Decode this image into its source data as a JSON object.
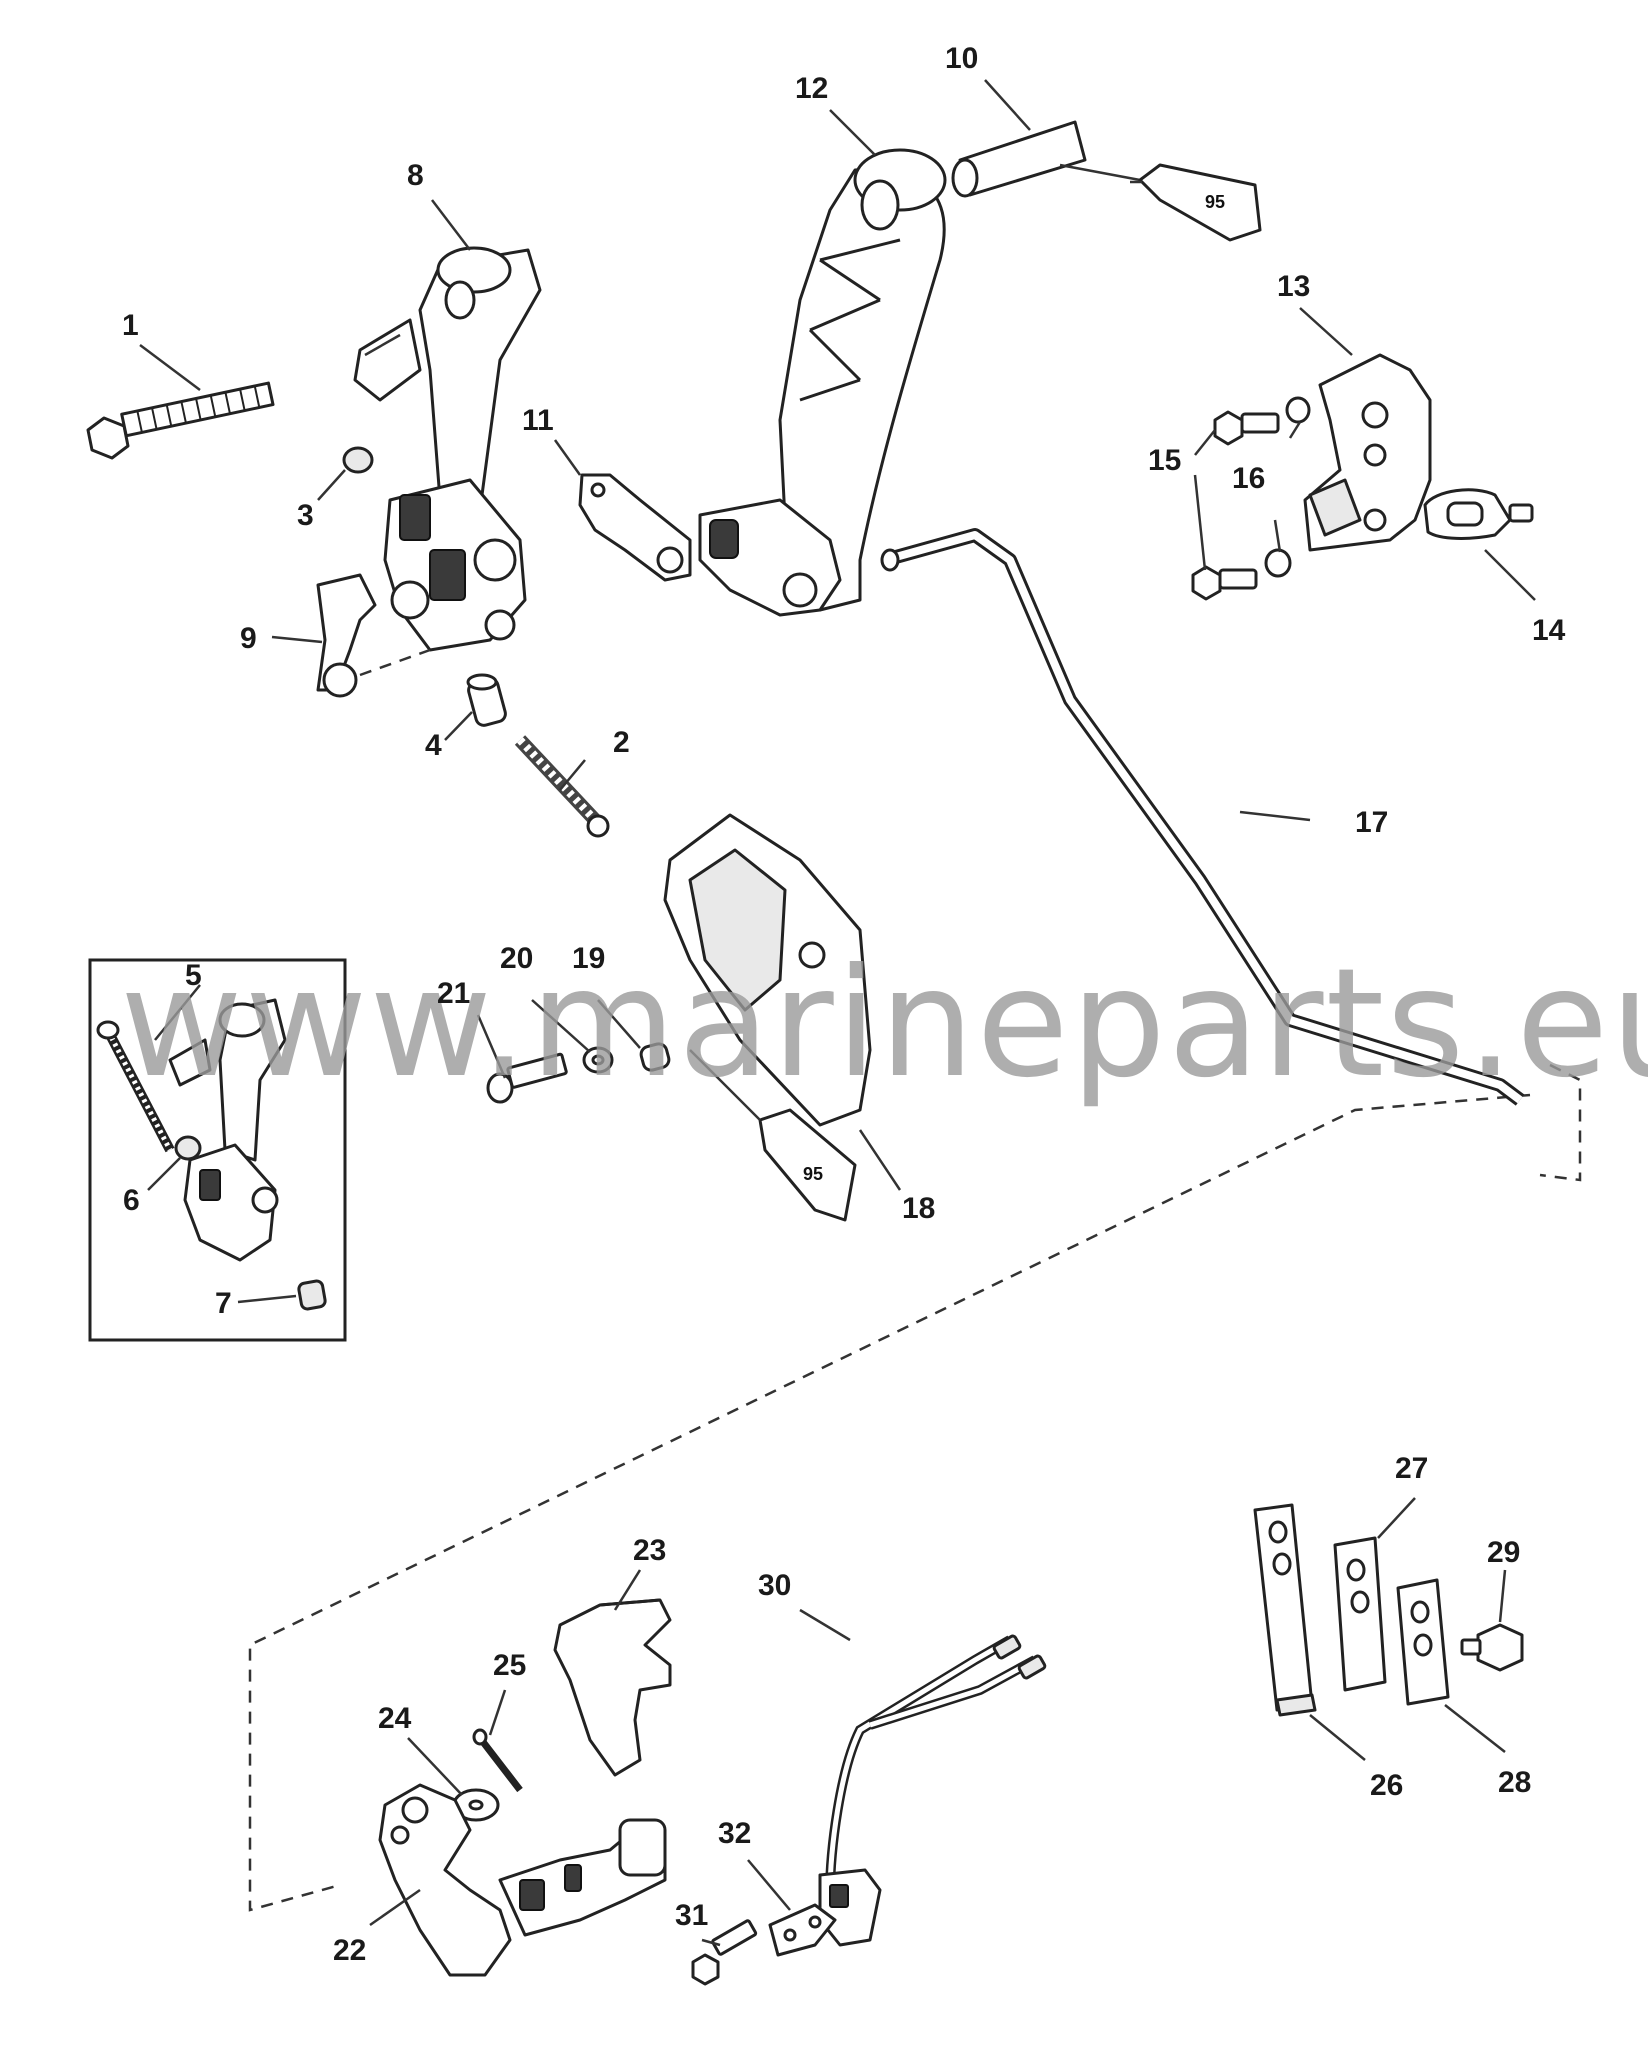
{
  "diagram": {
    "callouts": [
      "1",
      "2",
      "3",
      "4",
      "5",
      "6",
      "7",
      "8",
      "9",
      "10",
      "11",
      "12",
      "13",
      "14",
      "15",
      "16",
      "17",
      "18",
      "19",
      "20",
      "21",
      "22",
      "23",
      "24",
      "25",
      "26",
      "27",
      "28",
      "29",
      "30",
      "31",
      "32"
    ],
    "lubricant_tube_label": "95",
    "watermark": "www.marineparts.eu",
    "colors": {
      "line": "#222222",
      "watermark": "#9a9a9a",
      "background": "#ffffff"
    }
  }
}
